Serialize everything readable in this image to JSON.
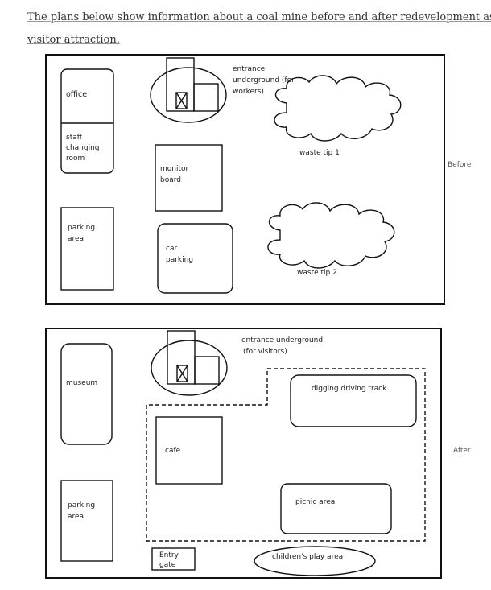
{
  "intro": {
    "line1": "The plans below show information about a coal mine before and after redevelopment as a",
    "line2": "visitor attraction."
  },
  "before": {
    "side_label": "Before",
    "office": "office",
    "staff": [
      "staff",
      "changing",
      "room"
    ],
    "entrance": [
      "entrance",
      "underground (for",
      "workers)"
    ],
    "waste1": "waste tip 1",
    "waste2": "waste tip 2",
    "monitor": [
      "monitor",
      "board"
    ],
    "parking": [
      "parking",
      "area"
    ],
    "car_parking": [
      "car",
      "parking"
    ]
  },
  "after": {
    "side_label": "After",
    "museum": "museum",
    "entrance": [
      "entrance underground",
      "(for visitors)"
    ],
    "digging": "digging driving track",
    "cafe": "cafe",
    "parking": [
      "parking",
      "area"
    ],
    "picnic": "picnic area",
    "entry_gate": [
      "Entry",
      "gate"
    ],
    "play_area": "children's play area"
  }
}
